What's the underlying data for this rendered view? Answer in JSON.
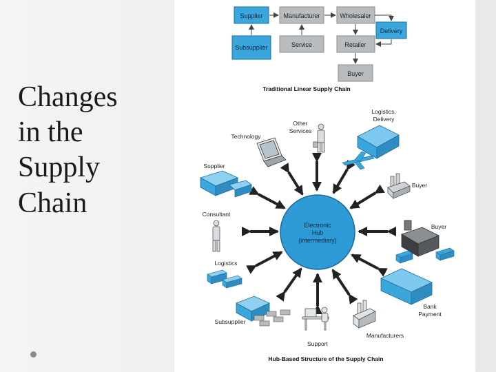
{
  "slide": {
    "title_lines": [
      "Changes",
      "in the",
      "Supply",
      "Chain"
    ]
  },
  "linear_chain": {
    "boxes": {
      "supplier": "Supplier",
      "manufacturer": "Manufacturer",
      "wholesaler": "Wholesaler",
      "delivery": "Delivery",
      "subsupplier": "Subsupplier",
      "service": "Service",
      "retailer": "Retailer",
      "buyer": "Buyer"
    },
    "caption": "Traditional Linear Supply Chain"
  },
  "hub": {
    "center_lines": [
      "Electronic",
      "Hub",
      "(intermediary)"
    ],
    "labels": {
      "other_services": [
        "Other",
        "Services"
      ],
      "technology": "Technology",
      "logistics_delivery": [
        "Logistics,",
        "Delivery"
      ],
      "supplier": "Supplier",
      "buyer_top": "Buyer",
      "consultant": "Consultant",
      "buyer_mid": "Buyer",
      "logistics": "Logistics",
      "bank_payment": [
        "Bank",
        "Payment"
      ],
      "subsupplier": "Subsupplier",
      "support": "Support",
      "manufacturers": "Manufacturers"
    },
    "caption": "Hub-Based Structure of the Supply Chain"
  },
  "colors": {
    "blue_box": "#3aa6dc",
    "gray_box": "#b9bcbf",
    "hub_blue": "#2f9bd6",
    "arrow": "#222222"
  }
}
